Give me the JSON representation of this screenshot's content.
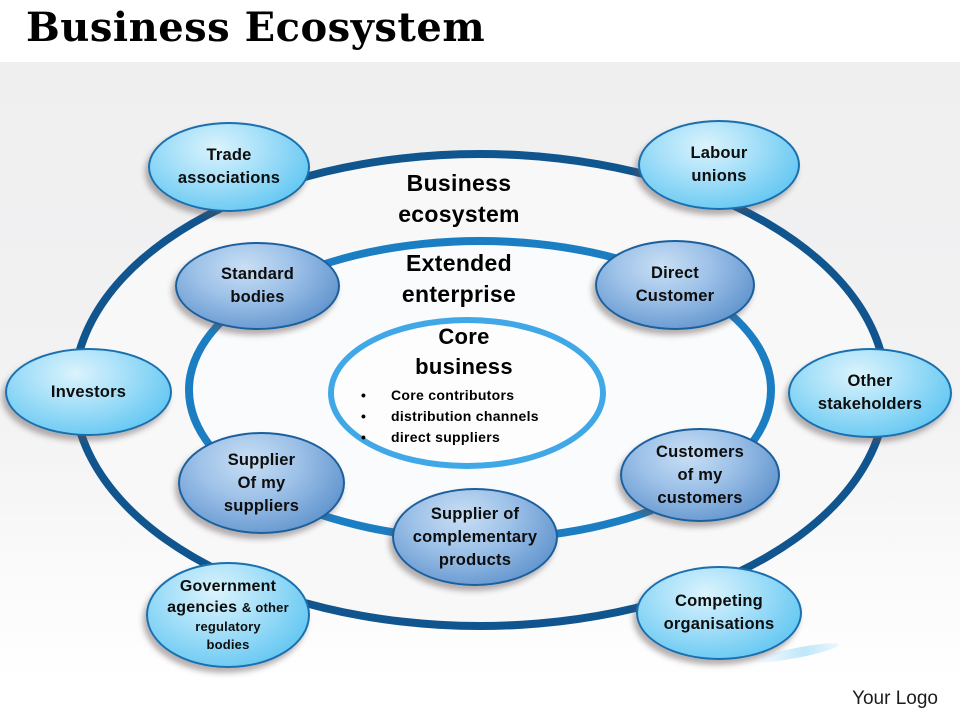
{
  "title": "Business Ecosystem",
  "footer": {
    "logo_text": "Your Logo"
  },
  "colors": {
    "outer_ring": "#11558f",
    "extended_ring": "#1b7ec2",
    "core_ring": "#41a8e8",
    "node_border_light": "#1a6fae",
    "node_border_dark": "#1b5f9d",
    "node_fill_light": "#66c8f2",
    "node_fill_dark": "#5e92cc"
  },
  "diagram": {
    "rings": {
      "ecosystem": {
        "line1": "Business",
        "line2": "ecosystem"
      },
      "extended": {
        "line1": "Extended",
        "line2": "enterprise"
      },
      "core": {
        "line1": "Core",
        "line2": "business",
        "bullets": [
          "Core contributors",
          "distribution channels",
          "direct suppliers"
        ]
      }
    },
    "nodes": [
      {
        "id": "trade-associations",
        "lines": [
          "Trade",
          "associations"
        ]
      },
      {
        "id": "labour-unions",
        "lines": [
          "Labour",
          "unions"
        ]
      },
      {
        "id": "standard-bodies",
        "lines": [
          "Standard",
          "bodies"
        ]
      },
      {
        "id": "direct-customer",
        "lines": [
          "Direct",
          "Customer"
        ]
      },
      {
        "id": "investors",
        "lines": [
          "Investors"
        ]
      },
      {
        "id": "other-stakeholders",
        "lines": [
          "Other",
          "stakeholders"
        ]
      },
      {
        "id": "supplier-of-my-suppliers",
        "lines": [
          "Supplier",
          "Of my",
          "suppliers"
        ]
      },
      {
        "id": "customers-of-my-customers",
        "lines": [
          "Customers",
          "of my",
          "customers"
        ]
      },
      {
        "id": "supplier-of-complementary-products",
        "lines": [
          "Supplier of",
          "complementary",
          "products"
        ]
      },
      {
        "id": "government-agencies",
        "lines": [
          "Government",
          "agencies",
          "& other",
          "regulatory",
          "bodies"
        ]
      },
      {
        "id": "competing-organisations",
        "lines": [
          "Competing",
          "organisations"
        ]
      }
    ]
  }
}
